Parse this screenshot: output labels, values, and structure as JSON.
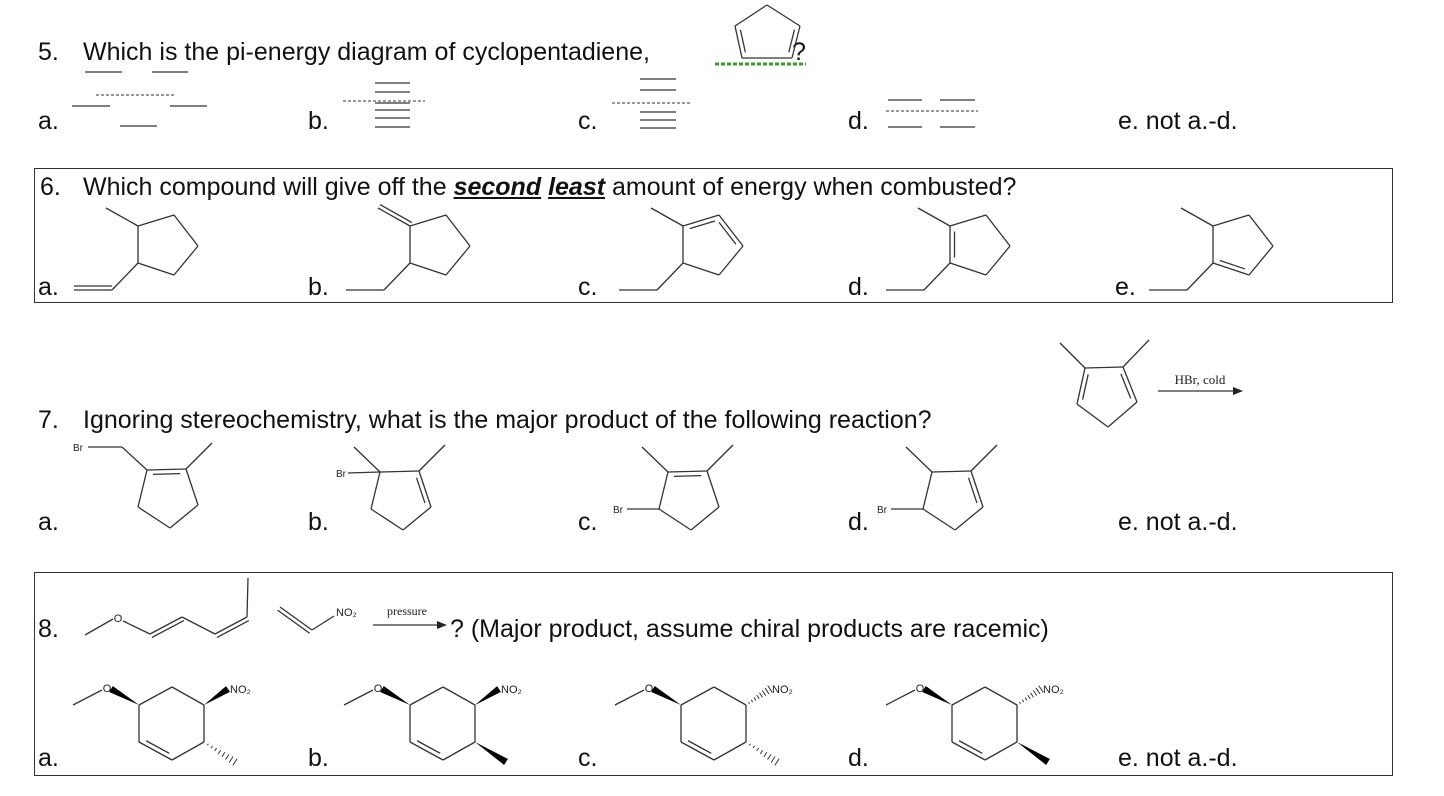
{
  "q5": {
    "number": "5.",
    "question": "Which is the pi-energy diagram of cyclopentadiene,",
    "qmark": "?",
    "options": [
      "a.",
      "b.",
      "c.",
      "d.",
      "e. not a.-d."
    ]
  },
  "q6": {
    "number": "6.",
    "pre": "Which compound will give off the",
    "em1": "second",
    "em2": "least",
    "post": "amount of energy when combusted?",
    "options": [
      "a.",
      "b.",
      "c.",
      "d.",
      "e."
    ]
  },
  "q7": {
    "number": "7.",
    "question": "Ignoring stereochemistry, what is the major product of the following reaction?",
    "reagent": "HBr, cold",
    "br": "Br",
    "options": [
      "a.",
      "b.",
      "c.",
      "d.",
      "e. not a.-d."
    ]
  },
  "q8": {
    "number": "8.",
    "question": "? (Major product, assume chiral products are racemic)",
    "condition": "pressure",
    "o": "O",
    "no2": "NO₂",
    "options": [
      "a.",
      "b.",
      "c.",
      "d.",
      "e. not a.-d."
    ]
  },
  "colors": {
    "text": "#111111",
    "bond": "#333333",
    "spellcheck": "#3a9a2a"
  }
}
